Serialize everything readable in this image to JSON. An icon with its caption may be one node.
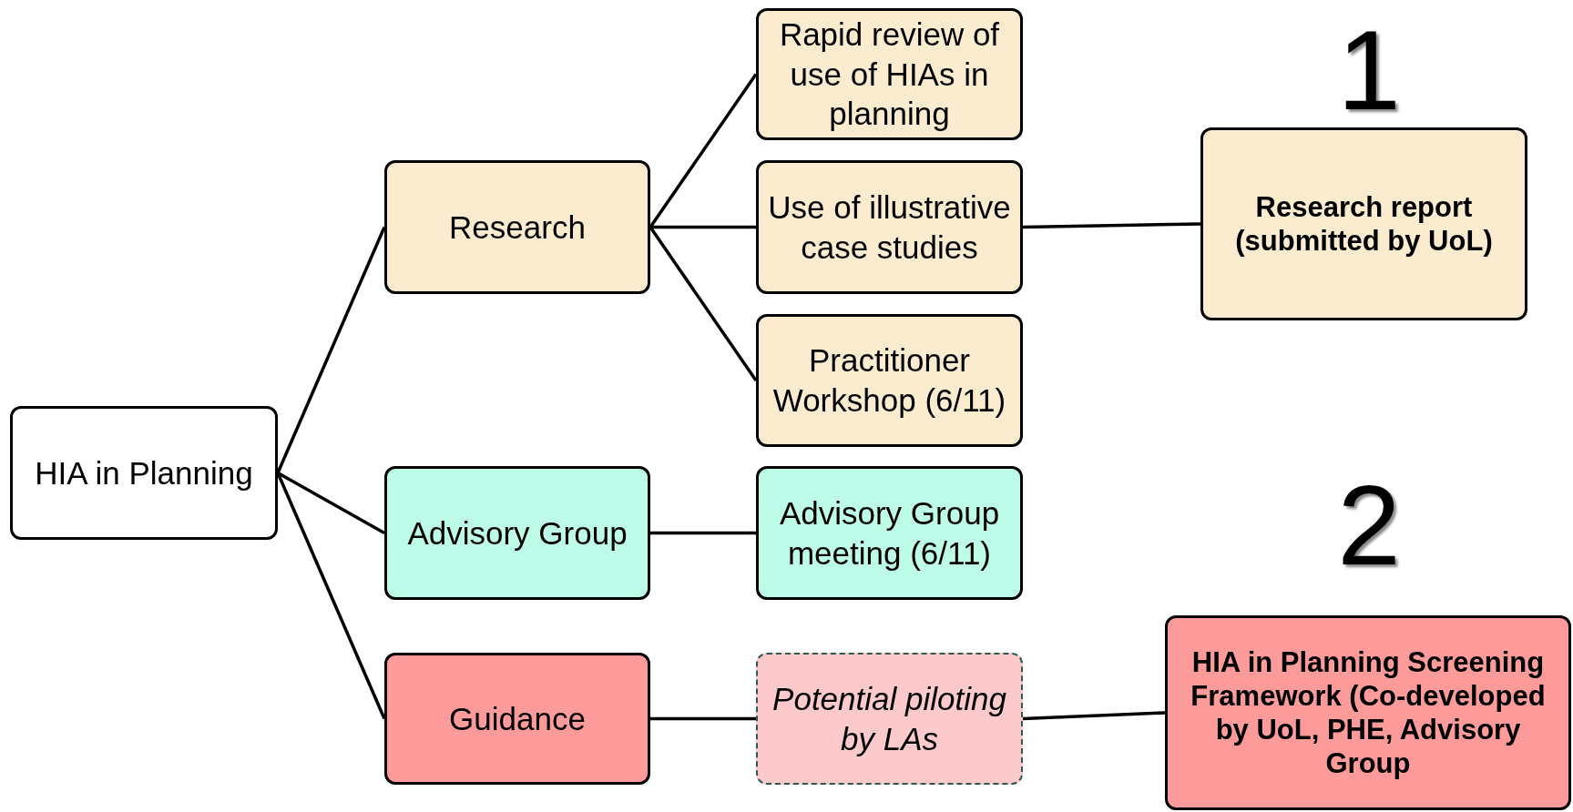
{
  "diagram": {
    "nodes": [
      {
        "text": [
          "HIA in Planning"
        ]
      },
      {
        "text": [
          "Research"
        ]
      },
      {
        "text": [
          "Advisory Group"
        ]
      },
      {
        "text": [
          "Guidance"
        ]
      },
      {
        "text": [
          "Rapid review of use of HIAs in planning"
        ]
      },
      {
        "text": [
          "Use of illustrative case studies"
        ]
      },
      {
        "text": [
          "Practitioner Workshop (6/11)"
        ]
      },
      {
        "text": [
          "Advisory Group meeting (6/11)"
        ]
      },
      {
        "text": [
          "Potential piloting by LAs"
        ]
      },
      {
        "text": [
          "Research report (submitted by UoL)"
        ]
      },
      {
        "text": [
          "HIA in Planning Screening Framework (Co-developed by UoL, PHE, Advisory Group"
        ]
      }
    ],
    "edges": [
      {
        "from": 0,
        "to": 1,
        "arrow": "none"
      },
      {
        "from": 0,
        "to": 2,
        "arrow": "none"
      },
      {
        "from": 0,
        "to": 3,
        "arrow": "none"
      },
      {
        "from": 1,
        "to": 4,
        "arrow": "none"
      },
      {
        "from": 1,
        "to": 5,
        "arrow": "none"
      },
      {
        "from": 1,
        "to": 6,
        "arrow": "none"
      },
      {
        "from": 2,
        "to": 7,
        "arrow": "none"
      },
      {
        "from": 3,
        "to": 8,
        "arrow": "none"
      },
      {
        "from": 5,
        "to": 9,
        "arrow": "none"
      },
      {
        "from": 8,
        "to": 10,
        "arrow": "none"
      }
    ],
    "labels": [
      "1",
      "2"
    ]
  }
}
